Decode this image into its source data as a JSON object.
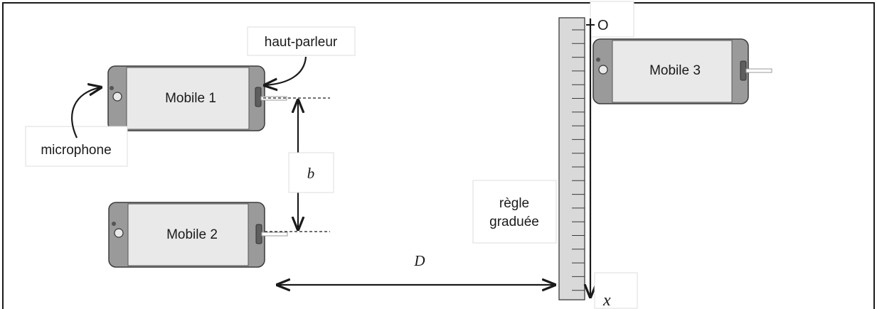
{
  "phones": {
    "mobile1": "Mobile 1",
    "mobile2": "Mobile 2",
    "mobile3": "Mobile 3"
  },
  "labels": {
    "speaker": "haut-parleur",
    "microphone": "microphone",
    "distance_b": "b",
    "distance_D": "D",
    "ruler": [
      "règle",
      "graduée"
    ],
    "origin": "O",
    "axis": "x"
  },
  "colors": {
    "phone_body": "#9a9a9a",
    "phone_screen": "#e9e9e9",
    "speaker_grill": "#5e5e5e",
    "ruler_fill": "#d9d9d9",
    "line": "#1a1a1a"
  }
}
